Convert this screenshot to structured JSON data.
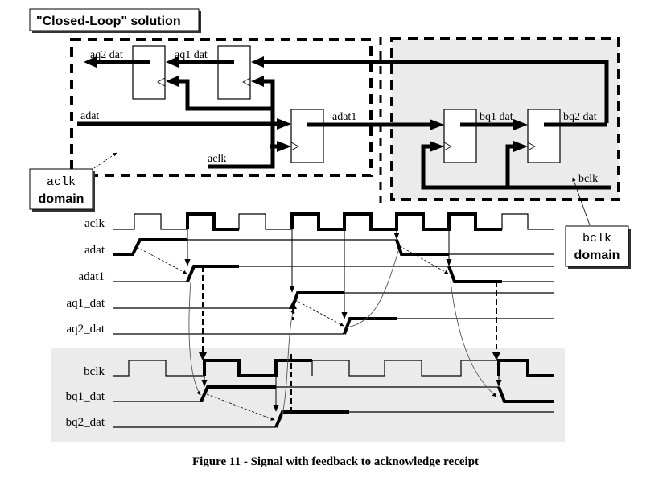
{
  "title_box": "\"Closed-Loop\" solution",
  "schematic": {
    "labels": {
      "aq2_dat": "aq2  dat",
      "aq1_dat": "aq1  dat",
      "adat": "adat",
      "adat1": "adat1",
      "aclk": "aclk",
      "bq1_dat": "bq1  dat",
      "bq2_dat": "bq2  dat",
      "bclk": "bclk"
    },
    "domains": [
      {
        "name": "aclk-domain",
        "line1": "aclk",
        "line2": "domain"
      },
      {
        "name": "bclk-domain",
        "line1": "bclk",
        "line2": "domain"
      }
    ]
  },
  "timing": {
    "a_signals": [
      "aclk",
      "adat",
      "adat1",
      "aq1_dat",
      "aq2_dat"
    ],
    "b_signals": [
      "bclk",
      "bq1_dat",
      "bq2_dat"
    ]
  },
  "colors": {
    "bclk_domain_fill": "#ebebeb",
    "ink": "#000000"
  },
  "caption": "Figure 11 - Signal with feedback to acknowledge receipt"
}
